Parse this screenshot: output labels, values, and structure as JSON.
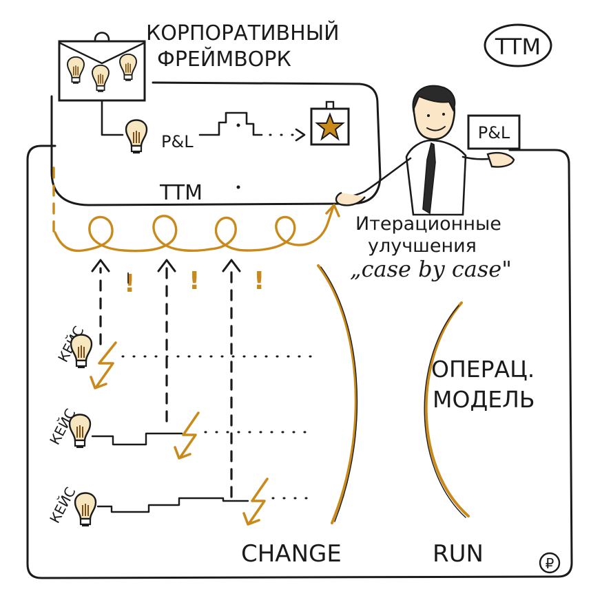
{
  "framework": {
    "line1": "КОРПОРАТИВНЫЙ",
    "line2": "ФРЕЙМВОРК"
  },
  "ttm_badge": "TTM",
  "ttm_label": "TTM",
  "pnl_label": "P&L",
  "pnl_sign": "P&L",
  "iterations": {
    "line1": "Итерационные",
    "line2": "улучшения",
    "line3": "„case by case\""
  },
  "case_label": "КЕЙС",
  "exclaim": "!",
  "op_model": {
    "line1": "ОПЕРАЦ.",
    "line2": "МОДЕЛЬ"
  },
  "change_label": "CHANGE",
  "run_label": "RUN",
  "ruble": "₽",
  "colors": {
    "ink": "#1a1a1a",
    "accent": "#c98a1b",
    "bulb": "#f6e7c1"
  }
}
